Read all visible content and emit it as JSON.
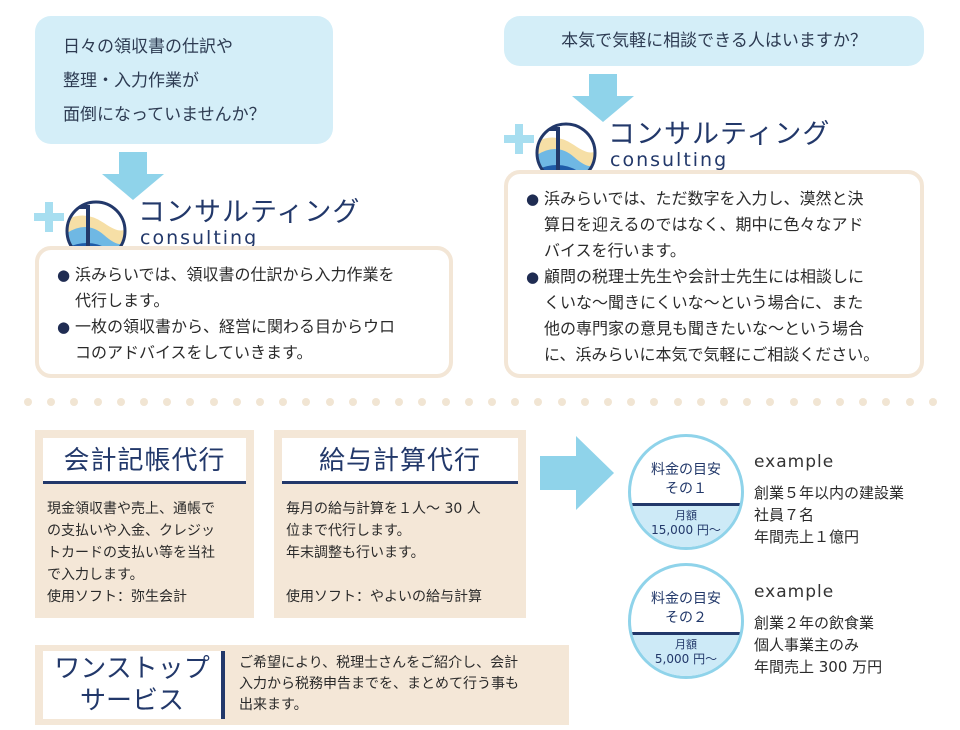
{
  "colors": {
    "navy": "#22386a",
    "light_blue": "#d4eef8",
    "arrow_blue": "#8fd3ea",
    "beige": "#f4e7d7"
  },
  "left": {
    "question_lines": [
      "日々の領収書の仕訳や",
      "整理・入力作業が",
      "面倒になっていませんか？"
    ],
    "brand_jp": "コンサルティング",
    "brand_en": "consulting",
    "bullets": [
      [
        "浜みらいでは、領収書の仕訳から入力作業を",
        "代行します。"
      ],
      [
        "一枚の領収書から、経営に関わる目からウロ",
        "コのアドバイスをしていきます。"
      ]
    ]
  },
  "right": {
    "question": "本気で気軽に相談できる人はいますか？",
    "brand_jp": "コンサルティング",
    "brand_en": "consulting",
    "bullets": [
      [
        "浜みらいでは、ただ数字を入力し、漠然と決",
        "算日を迎えるのではなく、期中に色々なアド",
        "バイスを行います。"
      ],
      [
        "顧問の税理士先生や会計士先生には相談しに",
        "くいな〜聞きにくいな〜という場合に、また",
        "他の専門家の意見も聞きたいな〜という場合",
        "に、浜みらいに本気で気軽にご相談ください。"
      ]
    ]
  },
  "bullet_mark": "●",
  "services": [
    {
      "title": "会計記帳代行",
      "lines": [
        "現金領収書や売上、通帳で",
        "の支払いや入金、クレジッ",
        "トカードの支払い等を当社",
        "で入力します。",
        "使用ソフト：弥生会計"
      ]
    },
    {
      "title": "給与計算代行",
      "lines": [
        "毎月の給与計算を１人〜 30 人",
        "位まで代行します。",
        "年末調整も行います。",
        "",
        "使用ソフト：やよいの給与計算"
      ]
    }
  ],
  "onestop": {
    "title_lines": [
      "ワンストップ",
      "サービス"
    ],
    "desc_lines": [
      "ご希望により、税理士さんをご紹介し、会計",
      "入力から税務申告までを、まとめて行う事も",
      "出来ます。"
    ]
  },
  "pricing": [
    {
      "title_lines": [
        "料金の目安",
        "その１"
      ],
      "monthly_label": "月額",
      "price": "15,000 円〜",
      "example_label": "example",
      "example_lines": [
        "創業５年以内の建設業",
        "社員７名",
        "年間売上１億円"
      ]
    },
    {
      "title_lines": [
        "料金の目安",
        "その２"
      ],
      "monthly_label": "月額",
      "price": "5,000 円〜",
      "example_label": "example",
      "example_lines": [
        "創業２年の飲食業",
        "個人事業主のみ",
        "年間売上 300 万円"
      ]
    }
  ]
}
